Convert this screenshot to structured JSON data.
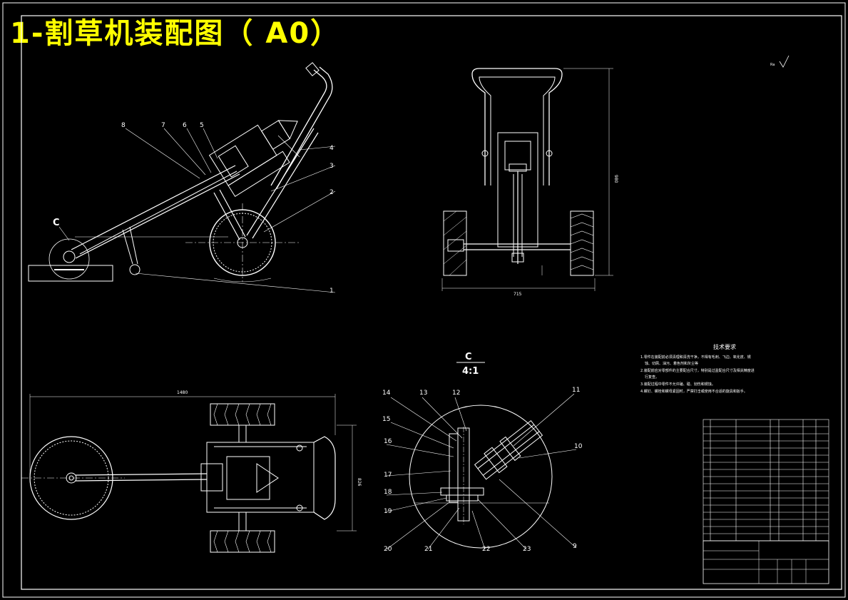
{
  "title": "1-割草机装配图（ A0）",
  "side_view": {
    "callouts": [
      "1",
      "2",
      "3",
      "4",
      "5",
      "6",
      "7",
      "8"
    ],
    "section_label": "C"
  },
  "front_view": {
    "width_dim": "715",
    "height_dim": "980"
  },
  "top_view": {
    "length_dim": "1480",
    "width_dim": "826"
  },
  "detail_view": {
    "label": "C",
    "scale": "4:1",
    "callouts": [
      "9",
      "10",
      "11",
      "12",
      "13",
      "14",
      "15",
      "16",
      "17",
      "18",
      "19",
      "20",
      "21",
      "22",
      "23"
    ]
  },
  "tech_requirements": {
    "heading": "技术要求",
    "items": [
      "1.零件在装配前必须清理和清洗干净，不得有毛刺、飞边、氧化皮、锈",
      "蚀、切屑、油污、着色剂和灰尘等",
      "2.装配前应对零部件的主要配合尺寸，特别是过盈配合尺寸及相关精度进",
      "行复查。",
      "3.装配过程中零件不允许磕、碰、划伤和锈蚀。",
      "4.螺钉、螺栓和螺母紧固时，严禁打击或使用不合适的旋具和扳手。"
    ]
  },
  "roughness_symbol": "Ra",
  "colors": {
    "line": "#ffffff",
    "title": "#ffff00",
    "bg": "#000000"
  }
}
